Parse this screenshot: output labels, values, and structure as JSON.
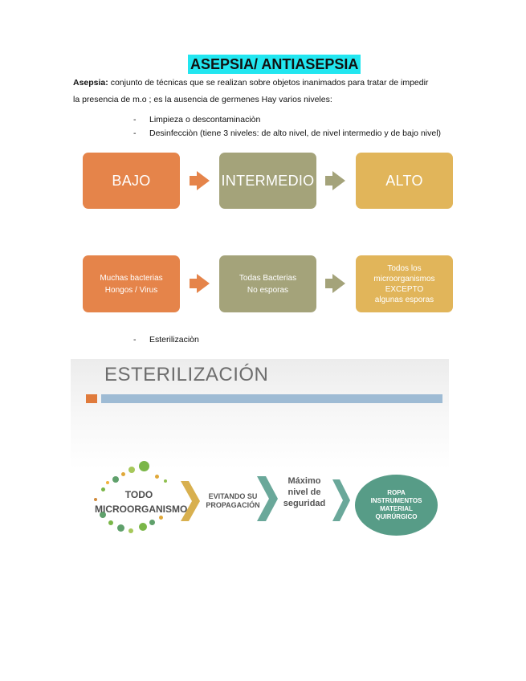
{
  "title": "ASEPSIA/ ANTIASEPSIA",
  "intro": {
    "term": "Asepsia:",
    "line1": " conjunto de técnicas que se realizan sobre objetos inanimados para tratar de impedir",
    "line2": "la presencia de m.o ; es la ausencia de germenes Hay varios niveles:"
  },
  "bullets": [
    "Limpieza o descontaminaciòn",
    "Desinfecciòn (tiene 3 niveles: de alto nivel, de nivel intermedio y de bajo nivel)",
    "Esterilizaciòn"
  ],
  "levels": {
    "headers": [
      "BAJO",
      "INTERMEDIO",
      "ALTO"
    ],
    "low": [
      "Muchas bacterias",
      "Hongos / Virus"
    ],
    "mid": [
      "Todas Bacterias",
      "No esporas"
    ],
    "high": [
      "Todos los",
      "microorganismos",
      "EXCEPTO",
      "algunas esporas"
    ]
  },
  "sterilization": {
    "heading": "ESTERILIZACIÓN",
    "todo": [
      "TODO",
      "MICROORGANISMO"
    ],
    "avoid": [
      "EVITANDO SU",
      "PROPAGACIÓN"
    ],
    "max": [
      "Máximo",
      "nivel de",
      "seguridad"
    ],
    "items": [
      "ROPA",
      "INSTRUMENTOS",
      "MATERIAL",
      "QUIRÚRGICO"
    ]
  },
  "colors": {
    "highlight": "#22e6f0",
    "orange": "#e5844a",
    "olive": "#a4a37a",
    "gold": "#e1b55a",
    "teal": "#579c87",
    "chevron_gold": "#d8b04f",
    "chevron_teal": "#6aa89a"
  }
}
